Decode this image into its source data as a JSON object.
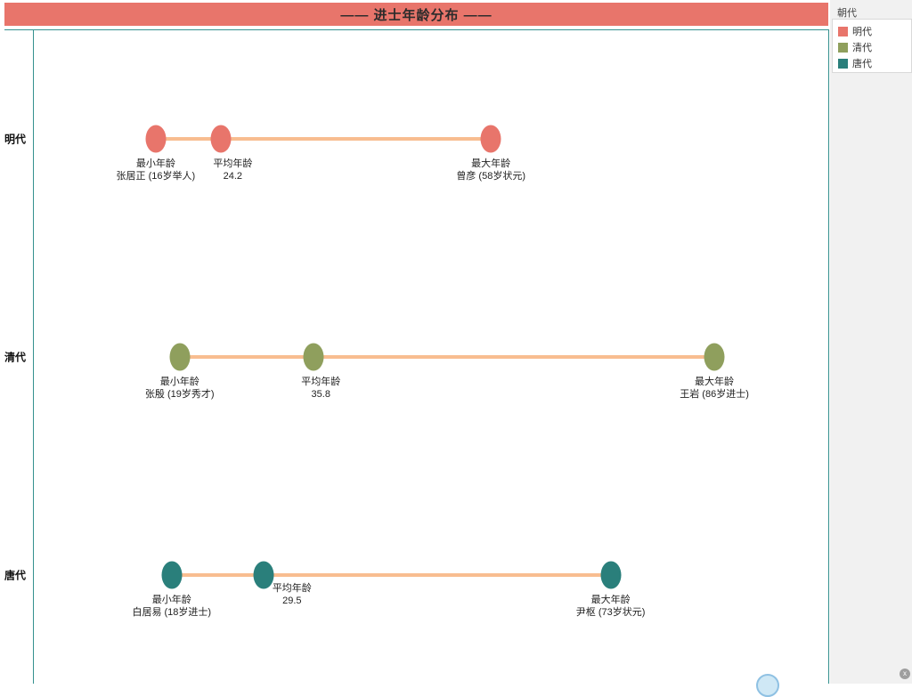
{
  "page": {
    "title_banner": "—— 进士年龄分布 ——"
  },
  "legend": {
    "title": "朝代",
    "items": [
      {
        "label": "明代",
        "color": "#e8756b"
      },
      {
        "label": "清代",
        "color": "#8f9f5d"
      },
      {
        "label": "唐代",
        "color": "#2a7f7b"
      }
    ]
  },
  "chart_data": {
    "type": "scatter",
    "subtype": "dumbbell-range",
    "title": "—— 进士年龄分布 ——",
    "categories": [
      "明代",
      "清代",
      "唐代"
    ],
    "x_axis": {
      "min": 0,
      "max": 100,
      "grid": false,
      "ticks_visible": false
    },
    "legend_position": "top-right",
    "connector_color": "#f8bd90",
    "series": [
      {
        "name": "明代",
        "color": "#e8756b",
        "points": [
          {
            "role": "min",
            "value": 16,
            "label_title": "最小年龄",
            "label_text": "张居正 (16岁举人)"
          },
          {
            "role": "avg",
            "value": 24.2,
            "label_title": "平均年龄",
            "label_text": "24.2",
            "label_dx": 13
          },
          {
            "role": "max",
            "value": 58,
            "label_title": "最大年龄",
            "label_text": "曾彦 (58岁状元)"
          }
        ]
      },
      {
        "name": "清代",
        "color": "#8f9f5d",
        "points": [
          {
            "role": "min",
            "value": 19,
            "label_title": "最小年龄",
            "label_text": "张殷 (19岁秀才)"
          },
          {
            "role": "avg",
            "value": 35.8,
            "label_title": "平均年龄",
            "label_text": "35.8",
            "label_dx": 8
          },
          {
            "role": "max",
            "value": 86,
            "label_title": "最大年龄",
            "label_text": "王岩 (86岁进士)"
          }
        ]
      },
      {
        "name": "唐代",
        "color": "#2a7f7b",
        "points": [
          {
            "role": "min",
            "value": 18,
            "label_title": "最小年龄",
            "label_text": "白居易 (18岁进士)"
          },
          {
            "role": "avg",
            "value": 29.5,
            "label_title": "平均年龄",
            "label_text": "29.5",
            "label_dx": 32,
            "label_dy": -13
          },
          {
            "role": "max",
            "value": 73,
            "label_title": "最大年龄",
            "label_text": "尹枢 (73岁状元)"
          }
        ]
      }
    ]
  },
  "misc": {
    "close_icon": "x"
  }
}
